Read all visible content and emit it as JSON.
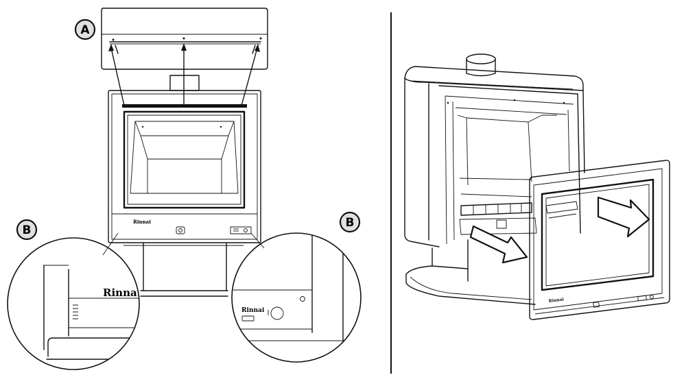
{
  "callouts": {
    "a": "A",
    "b_left": "B",
    "b_right": "B"
  },
  "branding": {
    "main_panel": "Rinnai",
    "left_zoom": "Rinna",
    "right_zoom": "Rinnai",
    "door_panel": "Rinnai"
  },
  "colors": {
    "line": "#111111",
    "callout_fill": "#e0e0e0",
    "arrow_fill": "#ffffff",
    "background": "#ffffff"
  }
}
